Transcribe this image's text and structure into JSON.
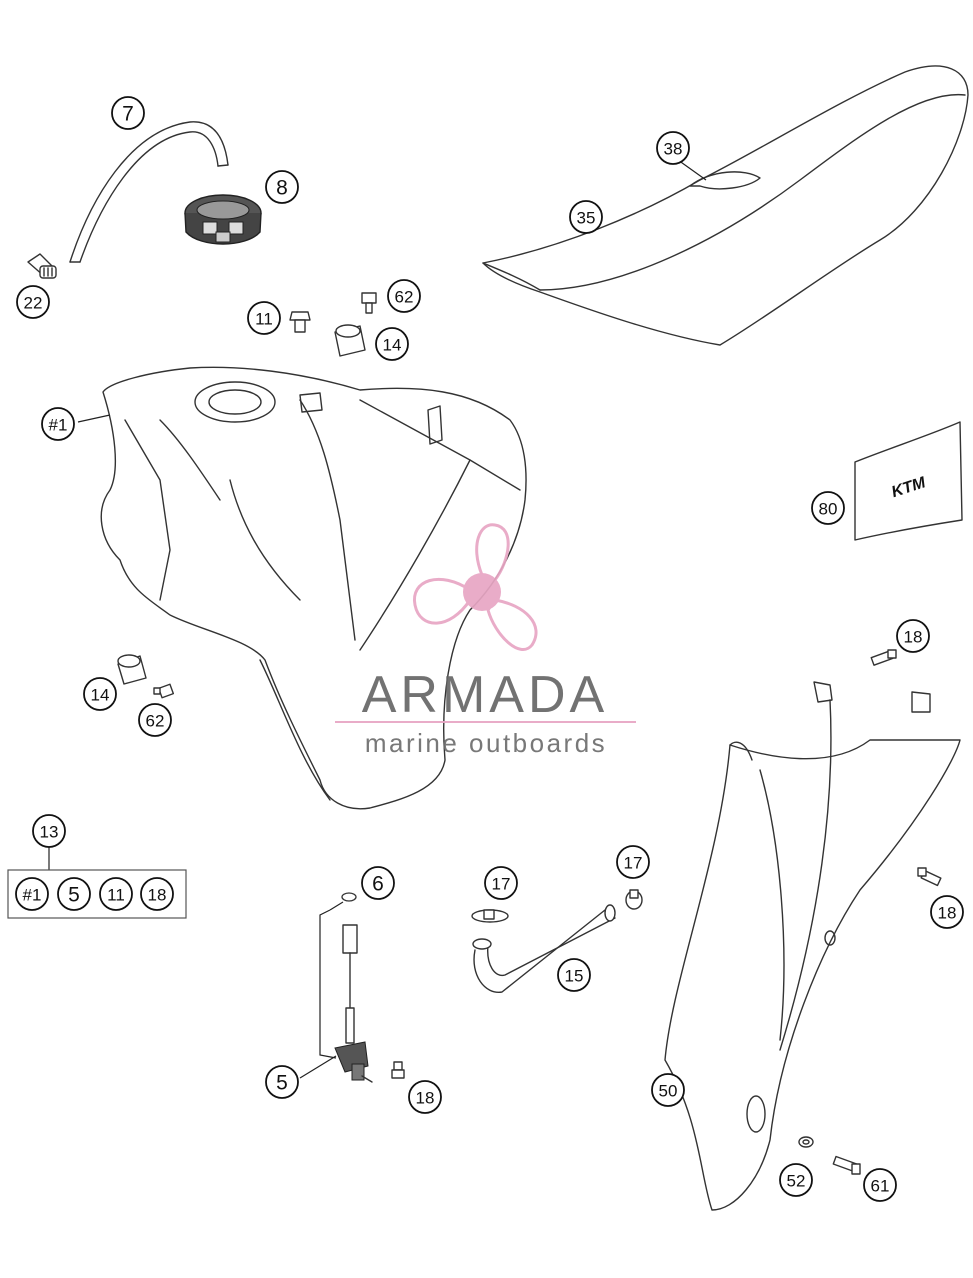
{
  "callouts": {
    "c7": "7",
    "c8": "8",
    "c22": "22",
    "c11_top": "11",
    "c62_top": "62",
    "c14_top": "14",
    "c38": "38",
    "c35": "35",
    "c_tank": "#1",
    "c80": "80",
    "c14_low": "14",
    "c62_low": "62",
    "c18_right_top": "18",
    "c13": "13",
    "kit_1": "#1",
    "kit_2": "5",
    "kit_3": "11",
    "kit_4": "18",
    "c6": "6",
    "c17_a": "17",
    "c17_b": "17",
    "c15": "15",
    "c18_right_mid": "18",
    "c5": "5",
    "c18_bottom": "18",
    "c50": "50",
    "c52": "52",
    "c61": "61"
  },
  "watermark": {
    "brand": "ARMADA",
    "tagline": "marine outboards",
    "logo_color": "#e8a6c4",
    "text_color": "#676767"
  },
  "decal_logo": "KTM"
}
